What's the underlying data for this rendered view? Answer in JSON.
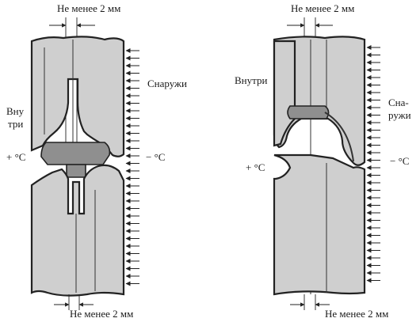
{
  "left_figure": {
    "dim_top": "Не менее 2 мм",
    "dim_bottom": "Не менее 2 мм",
    "outside": "Снаружи",
    "inside_line1": "Вну",
    "inside_line2": "три",
    "temp_plus": "+ °C",
    "temp_minus": "− °C"
  },
  "right_figure": {
    "dim_top": "Не менее 2 мм",
    "dim_bottom": "Не менее 2 мм",
    "inside": "Внутри",
    "outside_line1": "Сна-",
    "outside_line2": "ружи",
    "temp_plus": "+ °C",
    "temp_minus": "− °C"
  }
}
